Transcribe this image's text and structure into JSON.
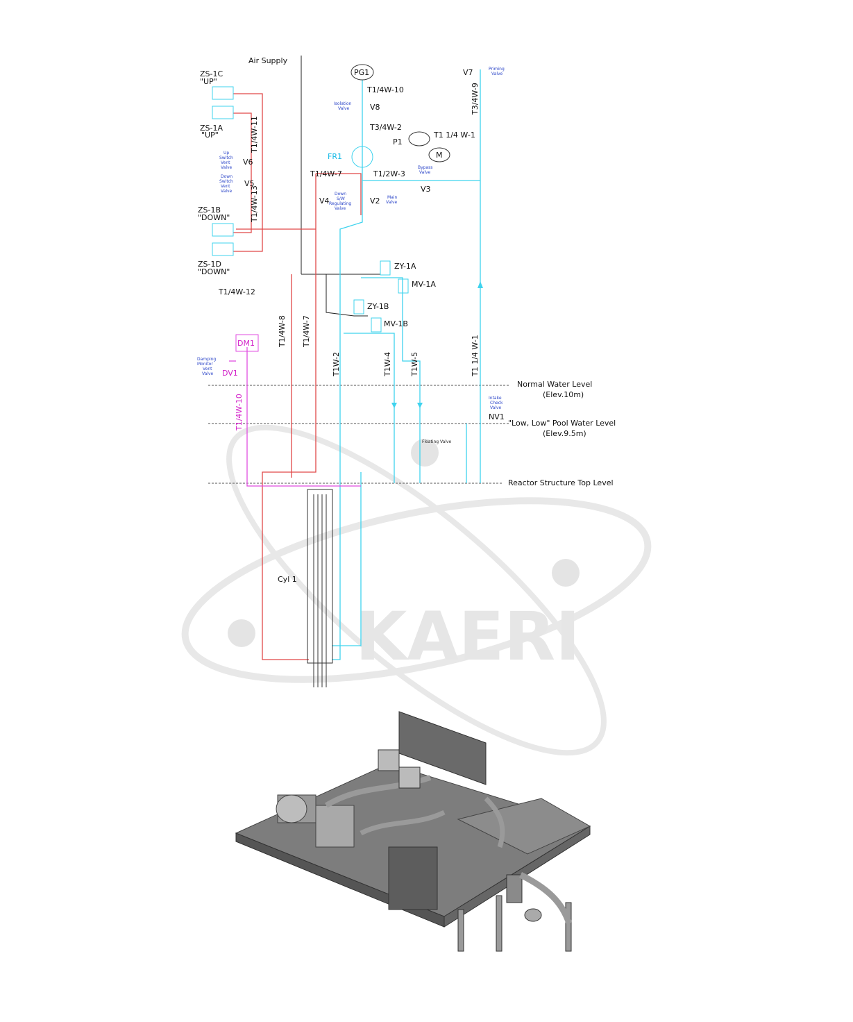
{
  "watermark": "KAERI",
  "supply": {
    "air": "Air Supply"
  },
  "switches": [
    {
      "id": "ZS-1C",
      "state": "\"UP\""
    },
    {
      "id": "ZS-1A",
      "state": "\"UP\""
    },
    {
      "id": "ZS-1B",
      "state": "\"DOWN\""
    },
    {
      "id": "ZS-1D",
      "state": "\"DOWN\""
    }
  ],
  "valves": {
    "v6": "V6",
    "v5": "V5",
    "v4": "V4",
    "v2": "V2",
    "v3": "V3",
    "v8": "V8",
    "v7": "V7",
    "nv1": "NV1",
    "dv1": "DV1"
  },
  "valve_notes": {
    "up_switch_vent": [
      "Up",
      "Switch",
      "Vent",
      "Valve"
    ],
    "down_switch_vent": [
      "Down",
      "Switch",
      "Vent",
      "Valve"
    ],
    "isolation": [
      "Isolation",
      "Valve"
    ],
    "priming": [
      "Priming",
      "Valve"
    ],
    "bypass": [
      "Bypass",
      "Valve"
    ],
    "main": [
      "Main",
      "Valve"
    ],
    "down_regulating": [
      "Down",
      "S/W",
      "Regulating",
      "Valve"
    ],
    "intake_check": [
      "Intake",
      "Check",
      "Valve"
    ],
    "damping_monitor": [
      "Damping",
      "Monitor",
      "Vent",
      "Valve"
    ],
    "floating": "Floating Valve"
  },
  "lines": {
    "t14w11": "T1/4W-11",
    "t14w13": "T1/4W-13",
    "t14w12": "T1/4W-12",
    "t14w10": "T1/4W-10",
    "t34w2": "T3/4W-2",
    "t114w1": "T1 1/4 W-1",
    "t14w7": "T1/4W-7",
    "t12w3": "T1/2W-3",
    "t34w9": "T3/4W-9",
    "t14w8": "T1/4W-8",
    "t14w7b": "T1/4W-7",
    "t1w2": "T1W-2",
    "t1w4": "T1W-4",
    "t1w5": "T1W-5",
    "t114w1b": "T1 1/4 W-1",
    "t14w10b": "T1/4W-10"
  },
  "equipment": {
    "pg1": "PG1",
    "p1": "P1",
    "m": "M",
    "fr1": "FR1",
    "dm1": "DM1",
    "zy1a": "ZY-1A",
    "mv1a": "MV-1A",
    "zy1b": "ZY-1B",
    "mv1b": "MV-1B",
    "cyl1": "Cyl 1"
  },
  "levels": {
    "normal": "Normal Water Level",
    "normal_elev": "(Elev.10m)",
    "low": "\"Low, Low\" Pool Water Level",
    "low_elev": "(Elev.9.5m)",
    "reactor": "Reactor Structure Top Level"
  },
  "colors": {
    "air": "#e04848",
    "water": "#3fd3ee",
    "damping": "#e04de0",
    "machine": "#8a8a8a"
  }
}
